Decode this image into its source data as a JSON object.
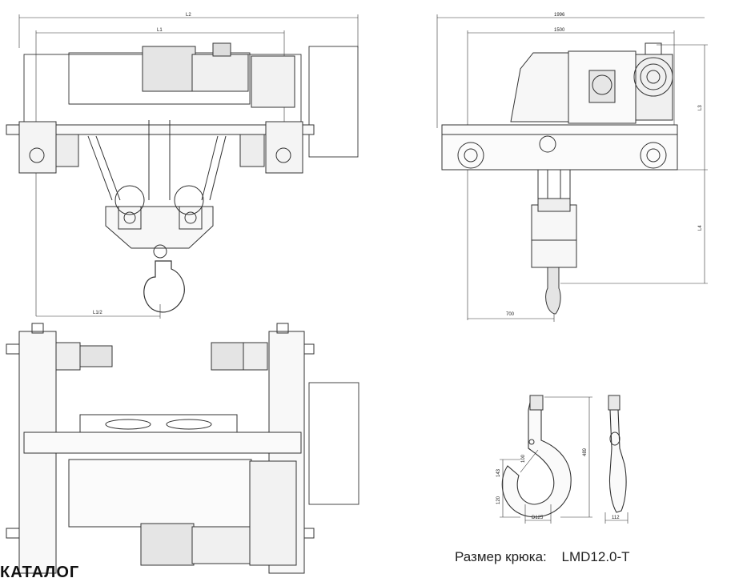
{
  "views": {
    "front": {
      "dims": {
        "overall_width": "L2",
        "rail_span": "L1",
        "half_span": "L1/2"
      }
    },
    "side": {
      "dims": {
        "overall_width": "1996",
        "inner_width": "1500",
        "height_upper": "L3",
        "height_lower": "L4",
        "hook_offset": "700"
      }
    },
    "top": {}
  },
  "hook_detail": {
    "dims": {
      "height": "489",
      "throat": "100",
      "lower_section": "143",
      "bottom_section": "120",
      "diameter": "D125",
      "width": "112"
    }
  },
  "caption": {
    "label": "Размер крюка:",
    "model": "LMD12.0-T"
  },
  "cut_heading": "КАТАЛОГ"
}
